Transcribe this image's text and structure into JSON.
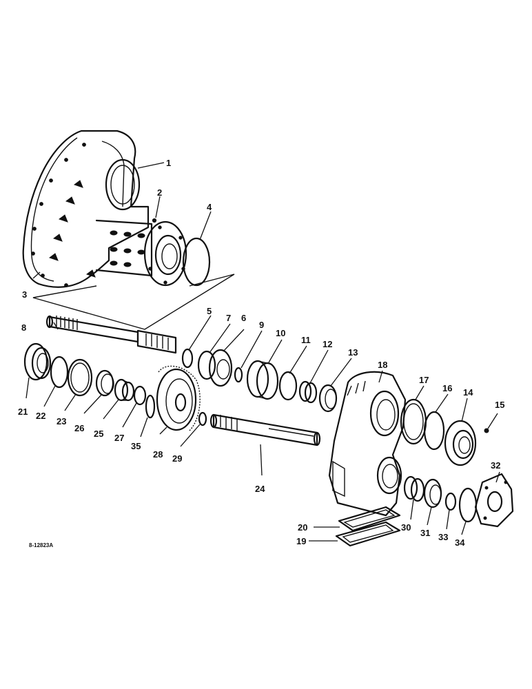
{
  "drawing_ref": "8-12823A",
  "callouts": {
    "c1": "1",
    "c2": "2",
    "c3": "3",
    "c4": "4",
    "c5": "5",
    "c6": "6",
    "c7": "7",
    "c8": "8",
    "c9": "9",
    "c10": "10",
    "c11": "11",
    "c12": "12",
    "c13": "13",
    "c14": "14",
    "c15": "15",
    "c16": "16",
    "c17": "17",
    "c18": "18",
    "c19": "19",
    "c20": "20",
    "c21": "21",
    "c22": "22",
    "c23": "23",
    "c24": "24",
    "c25": "25",
    "c26": "26",
    "c27": "27",
    "c28": "28",
    "c29": "29",
    "c30": "30",
    "c31": "31",
    "c32": "32",
    "c33": "33",
    "c34": "34",
    "c35": "35"
  }
}
